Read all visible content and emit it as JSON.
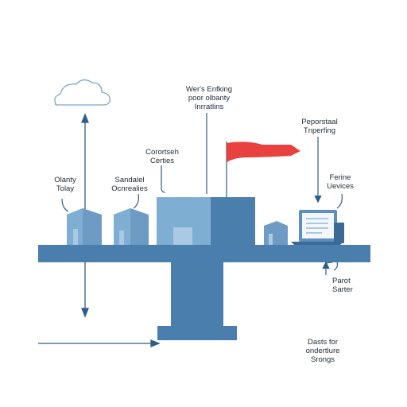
{
  "labels": {
    "top_center": [
      "Wer's Enfking",
      "poor olbanty",
      "Inrratlins"
    ],
    "corporate": [
      "Corortseh",
      "Certies"
    ],
    "right_top": [
      "Peporstaal",
      "Tnperfing"
    ],
    "left": [
      "Olanty",
      "Tolay"
    ],
    "mid_left": [
      "Sandalel",
      "Ocnrealies"
    ],
    "right_mid": [
      "Ferine",
      "Uevices"
    ],
    "right_lower": [
      "Parot",
      "Sarter"
    ],
    "bottom_right": [
      "Dasts for",
      "ondertlure",
      "Srongs"
    ]
  },
  "colors": {
    "primary": "#4a7fad",
    "light": "#7faed3",
    "dark": "#3a6a95",
    "flag": "#e8413f",
    "line": "#2f5d86",
    "text": "#1f2a36"
  }
}
